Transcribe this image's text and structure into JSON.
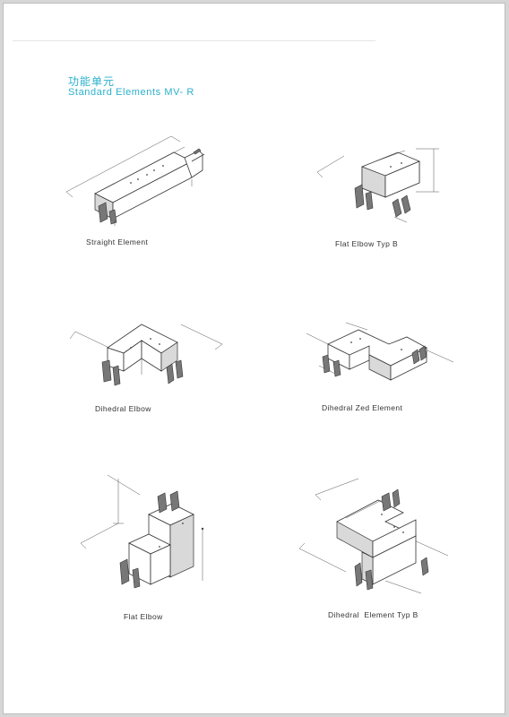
{
  "header": {
    "title_cn": "功能单元",
    "title_en": "Standard Elements MV- R"
  },
  "elements": {
    "straight": {
      "caption": "Straight Element"
    },
    "flat_elbow_b": {
      "caption": "Flat Elbow Typ B"
    },
    "dihedral_elbow": {
      "caption": "Dihedral Elbow"
    },
    "dihedral_zed": {
      "caption": "Dihedral Zed Element"
    },
    "flat_elbow": {
      "caption": "Flat Elbow"
    },
    "dihedral_b": {
      "caption": "Dihedral  Element Typ B"
    }
  },
  "colors": {
    "heading": "#2ab0cc",
    "line": "#333333",
    "paper": "#ffffff"
  }
}
